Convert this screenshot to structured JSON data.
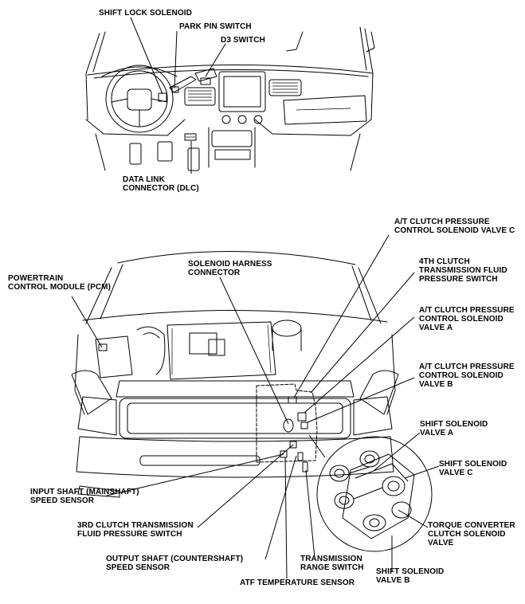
{
  "labels": {
    "shift_lock_solenoid": "SHIFT LOCK SOLENOID",
    "park_pin_switch": "PARK PIN SWITCH",
    "d3_switch": "D3 SWITCH",
    "data_link_connector": "DATA LINK\nCONNECTOR (DLC)",
    "at_clutch_pressure_valve_c": "A/T CLUTCH PRESSURE\nCONTROL SOLENOID VALVE C",
    "solenoid_harness_connector": "SOLENOID HARNESS\nCONNECTOR",
    "fourth_clutch_pressure_switch": "4TH CLUTCH\nTRANSMISSION FLUID\nPRESSURE SWITCH",
    "powertrain_control_module": "POWERTRAIN\nCONTROL MODULE (PCM)",
    "at_clutch_pressure_valve_a": "A/T CLUTCH PRESSURE\nCONTROL SOLENOID\nVALVE A",
    "at_clutch_pressure_valve_b": "A/T CLUTCH PRESSURE\nCONTROL SOLENOID\nVALVE B",
    "shift_solenoid_valve_a": "SHIFT SOLENOID\nVALVE A",
    "shift_solenoid_valve_c": "SHIFT SOLENOID\nVALVE C",
    "input_shaft_speed_sensor": "INPUT SHAFT (MAINSHAFT)\nSPEED SENSOR",
    "third_clutch_pressure_switch": "3RD CLUTCH TRANSMISSION\nFLUID PRESSURE SWITCH",
    "torque_converter_clutch_solenoid": "TORQUE CONVERTER\nCLUTCH SOLENOID\nVALVE",
    "output_shaft_speed_sensor": "OUTPUT SHAFT (COUNTERSHAFT)\nSPEED SENSOR",
    "transmission_range_switch": "TRANSMISSION\nRANGE SWITCH",
    "shift_solenoid_valve_b": "SHIFT SOLENOID\nVALVE B",
    "atf_temperature_sensor": "ATF TEMPERATURE SENSOR"
  }
}
